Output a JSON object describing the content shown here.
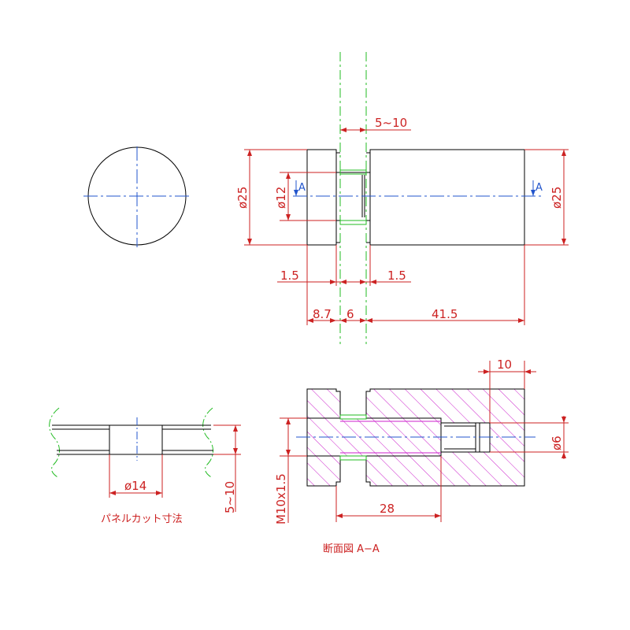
{
  "colors": {
    "outline": "#000000",
    "dimension": "#cc2222",
    "centerline": "#2255cc",
    "panel": "#22bb22",
    "hatch": "#cc22cc"
  },
  "side_view": {
    "gap_label": "5~10",
    "dia_left": "ø25",
    "dia_inner": "ø12",
    "dia_right": "ø25",
    "dim_left_thin": "1.5",
    "dim_right_thin": "1.5",
    "dim_a": "8.7",
    "dim_b": "6",
    "dim_c": "41.5",
    "section_mark": "A"
  },
  "panel_cut": {
    "dia_label": "ø14",
    "thickness_label": "5~10",
    "caption": "パネルカット寸法"
  },
  "section_view": {
    "dim_top": "10",
    "dim_bolt_dia": "ø6",
    "thread_label": "M10x1.5",
    "dim_bottom": "28",
    "caption": "断面図 A−A"
  }
}
